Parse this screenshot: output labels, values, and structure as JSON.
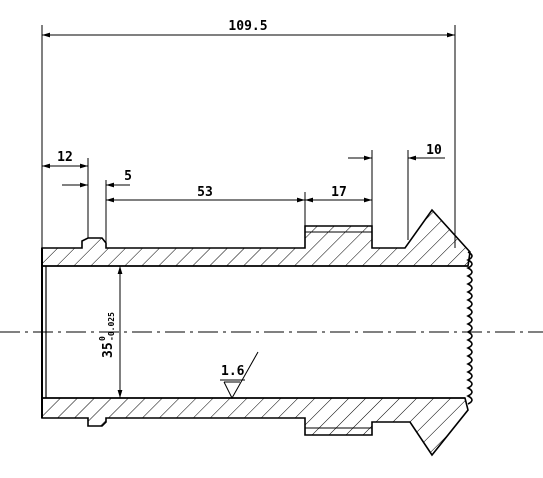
{
  "dimensions": {
    "overall_length": "109.5",
    "left_end": "12",
    "groove_width": "5",
    "middle_span": "53",
    "collar_width": "17",
    "right_end": "10",
    "bore_diameter": "35",
    "bore_tolerance_upper": "0",
    "bore_tolerance_lower": "-0.025",
    "surface_roughness": "1.6"
  }
}
